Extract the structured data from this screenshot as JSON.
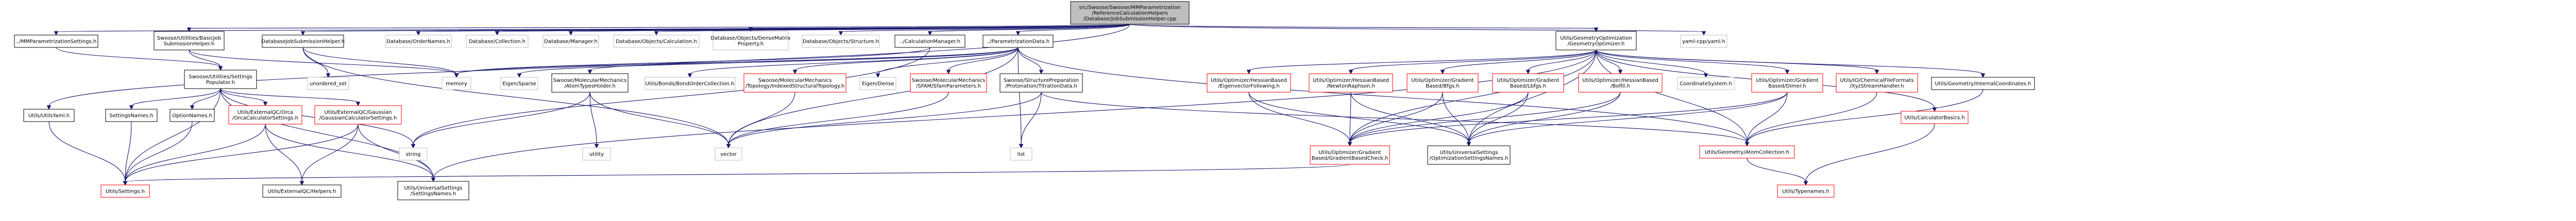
{
  "colors": {
    "edge": "#191970",
    "box_border": "#000000",
    "red_border": "#ff0000",
    "grey_border": "#bfbfbf",
    "root_fill": "#bfbfbf",
    "box_fill": "#ffffff"
  },
  "nodes": [
    {
      "id": "root",
      "lines": [
        "src/Swoose/Swoose/MMParametrization",
        "/ReferenceCalculationHelpers",
        "/Database/JobSubmissionHelper.cpp"
      ],
      "style": "root"
    },
    {
      "id": "mmparamsettings",
      "lines": [
        "../MMParametrizationSettings.h"
      ],
      "style": "black"
    },
    {
      "id": "basicjob",
      "lines": [
        "Swoose/Utilities/BasicJob",
        "SubmissionHelper.h"
      ],
      "style": "black"
    },
    {
      "id": "dbjobhelper",
      "lines": [
        "DatabaseJobSubmissionHelper.h"
      ],
      "style": "black"
    },
    {
      "id": "dbordernames",
      "lines": [
        "Database/OrderNames.h"
      ],
      "style": "grey"
    },
    {
      "id": "dbcollection",
      "lines": [
        "Database/Collection.h"
      ],
      "style": "grey"
    },
    {
      "id": "dbmanager",
      "lines": [
        "Database/Manager.h"
      ],
      "style": "grey"
    },
    {
      "id": "dbcalculation",
      "lines": [
        "Database/Objects/Calculation.h"
      ],
      "style": "grey"
    },
    {
      "id": "dbdensematrix",
      "lines": [
        "Database/Objects/DenseMatrix",
        "Property.h"
      ],
      "style": "grey"
    },
    {
      "id": "dbstructure",
      "lines": [
        "Database/Objects/Structure.h"
      ],
      "style": "grey"
    },
    {
      "id": "calcmanager",
      "lines": [
        "../CalculationManager.h"
      ],
      "style": "black"
    },
    {
      "id": "paramdata",
      "lines": [
        "../ParametrizationData.h"
      ],
      "style": "black"
    },
    {
      "id": "geomopt",
      "lines": [
        "Utils/GeometryOptimization",
        "/GeometryOptimizer.h"
      ],
      "style": "black"
    },
    {
      "id": "yamlcpp",
      "lines": [
        "yaml-cpp/yaml.h"
      ],
      "style": "grey"
    },
    {
      "id": "utilsyaml",
      "lines": [
        "Utils/UtilsYaml.h"
      ],
      "style": "black"
    },
    {
      "id": "swsettings",
      "lines": [
        "Swoose/Utilities/Settings",
        "Populator.h"
      ],
      "style": "black"
    },
    {
      "id": "unorderedset",
      "lines": [
        "unordered_set"
      ],
      "style": "grey"
    },
    {
      "id": "memory",
      "lines": [
        "memory"
      ],
      "style": "grey"
    },
    {
      "id": "eigensparse",
      "lines": [
        "Eigen/Sparse"
      ],
      "style": "grey"
    },
    {
      "id": "atomtypeshelper",
      "lines": [
        "Swoose/MolecularMechanics",
        "/AtomTypesHolder.h"
      ],
      "style": "black"
    },
    {
      "id": "bondorder",
      "lines": [
        "Utils/Bonds/BondOrderCollection.h"
      ],
      "style": "grey"
    },
    {
      "id": "topology",
      "lines": [
        "Swoose/MolecularMechanics",
        "/Topology/IndexedStructuralTopology.h"
      ],
      "style": "red"
    },
    {
      "id": "eigendense",
      "lines": [
        "Eigen/Dense"
      ],
      "style": "grey"
    },
    {
      "id": "sfam",
      "lines": [
        "Swoose/MolecularMechanics",
        "/SFAM/SfamParameters.h"
      ],
      "style": "red"
    },
    {
      "id": "titration",
      "lines": [
        "Swoose/StructurePreparation",
        "/Protonation/TitrationData.h"
      ],
      "style": "black"
    },
    {
      "id": "hessfollow",
      "lines": [
        "Utils/Optimizer/HessianBased",
        "/EigenvectorFollowing.h"
      ],
      "style": "red"
    },
    {
      "id": "newton",
      "lines": [
        "Utils/Optimizer/HessianBased",
        "/NewtonRaphson.h"
      ],
      "style": "red"
    },
    {
      "id": "gradbfgs",
      "lines": [
        "Utils/Optimizer/Gradient",
        "Based/Bfgs.h"
      ],
      "style": "red"
    },
    {
      "id": "gradlbfgs",
      "lines": [
        "Utils/Optimizer/Gradient",
        "Based/Lbfgs.h"
      ],
      "style": "red"
    },
    {
      "id": "bofill",
      "lines": [
        "Utils/Optimizer/HessianBased",
        "/Bofill.h"
      ],
      "style": "red"
    },
    {
      "id": "coordsys",
      "lines": [
        "CoordinateSystem.h"
      ],
      "style": "grey"
    },
    {
      "id": "dimer",
      "lines": [
        "Utils/Optimizer/Gradient",
        "Based/Dimer.h"
      ],
      "style": "red"
    },
    {
      "id": "chemfile",
      "lines": [
        "Utils/IO/ChemicalFileFormats",
        "/XyzStreamHandler.h"
      ],
      "style": "red"
    },
    {
      "id": "internalcoords",
      "lines": [
        "Utils/Geometry/InternalCoordinates.h"
      ],
      "style": "black"
    },
    {
      "id": "calcbasics",
      "lines": [
        "Utils/CalculatorBasics.h"
      ],
      "style": "red"
    },
    {
      "id": "utilsyamlleft",
      "lines": [
        "Utils/UtilsYaml.h"
      ],
      "style": "black"
    },
    {
      "id": "settingsnames",
      "lines": [
        "SettingsNames.h"
      ],
      "style": "black"
    },
    {
      "id": "optionnames",
      "lines": [
        "OptionNames.h"
      ],
      "style": "black"
    },
    {
      "id": "orcacalc",
      "lines": [
        "Utils/ExternalQC/Orca",
        "/OrcaCalculatorSettings.h"
      ],
      "style": "red"
    },
    {
      "id": "gaussiancalc",
      "lines": [
        "Utils/ExternalQC/Gaussian",
        "/GaussianCalculatorSettings.h"
      ],
      "style": "red"
    },
    {
      "id": "string",
      "lines": [
        "string"
      ],
      "style": "grey"
    },
    {
      "id": "utility",
      "lines": [
        "utility"
      ],
      "style": "grey"
    },
    {
      "id": "vector",
      "lines": [
        "vector"
      ],
      "style": "grey"
    },
    {
      "id": "list",
      "lines": [
        "list"
      ],
      "style": "grey"
    },
    {
      "id": "gradcheck",
      "lines": [
        "Utils/Optimizer/Gradient",
        "Based/GradientBasedCheck.h"
      ],
      "style": "red"
    },
    {
      "id": "univsettings",
      "lines": [
        "Utils/UniversalSettings",
        "/OptimizationSettingsNames.h"
      ],
      "style": "black"
    },
    {
      "id": "atomcollection",
      "lines": [
        "Utils/Geometry/AtomCollection.h"
      ],
      "style": "red"
    },
    {
      "id": "utilssettings",
      "lines": [
        "Utils/Settings.h"
      ],
      "style": "red"
    },
    {
      "id": "extqchelpers",
      "lines": [
        "Utils/ExternalQC/Helpers.h"
      ],
      "style": "black"
    },
    {
      "id": "settingsnames2",
      "lines": [
        "Utils/UniversalSettings",
        "/SettingsNames.h"
      ],
      "style": "black"
    },
    {
      "id": "typenames",
      "lines": [
        "Utils/Typenames.h"
      ],
      "style": "red"
    }
  ]
}
